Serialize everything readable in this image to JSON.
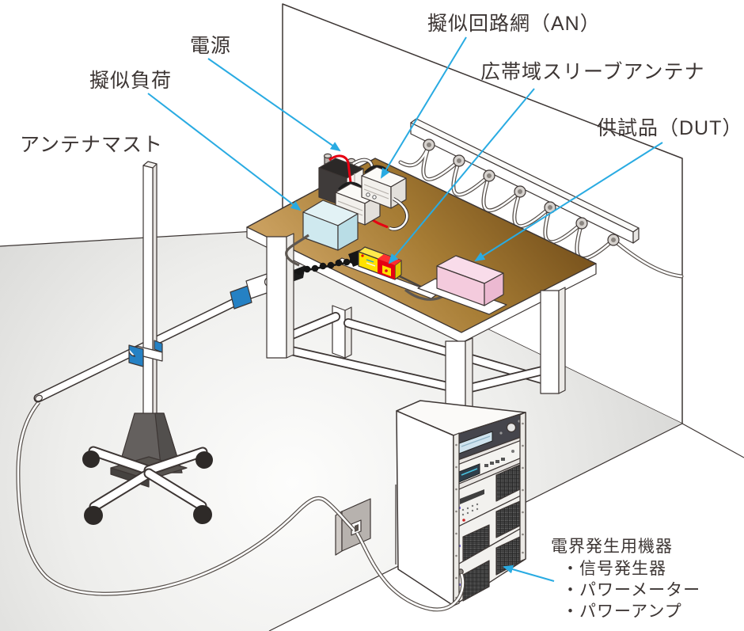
{
  "diagram": {
    "labels": {
      "artificial_network": "擬似回路網（AN）",
      "power_supply": "電源",
      "dummy_load": "擬似負荷",
      "sleeve_antenna": "広帯域スリーブアンテナ",
      "dut": "供試品（DUT）",
      "antenna_mast": "アンテナマスト",
      "field_generator_title": "電界発生用機器",
      "field_generator_items": [
        "・信号発生器",
        "・パワーメーター",
        "・パワーアンプ"
      ]
    },
    "colors": {
      "leader_line": "#29abe2",
      "label_text": "#3d3634",
      "outline": "#3d3634",
      "table_top_light": "#c79c5a",
      "table_top_dark": "#7b551e",
      "dummy_load_blue": "#cfe9ef",
      "dut_pink": "#f4cbdd",
      "antenna_yellow": "#ffe100",
      "antenna_red": "#e60012",
      "battery_black": "#3f3b3a",
      "wire_red": "#e60012",
      "clamp_blue": "#2581c4",
      "floor_gray": "#d9d9d7"
    }
  }
}
